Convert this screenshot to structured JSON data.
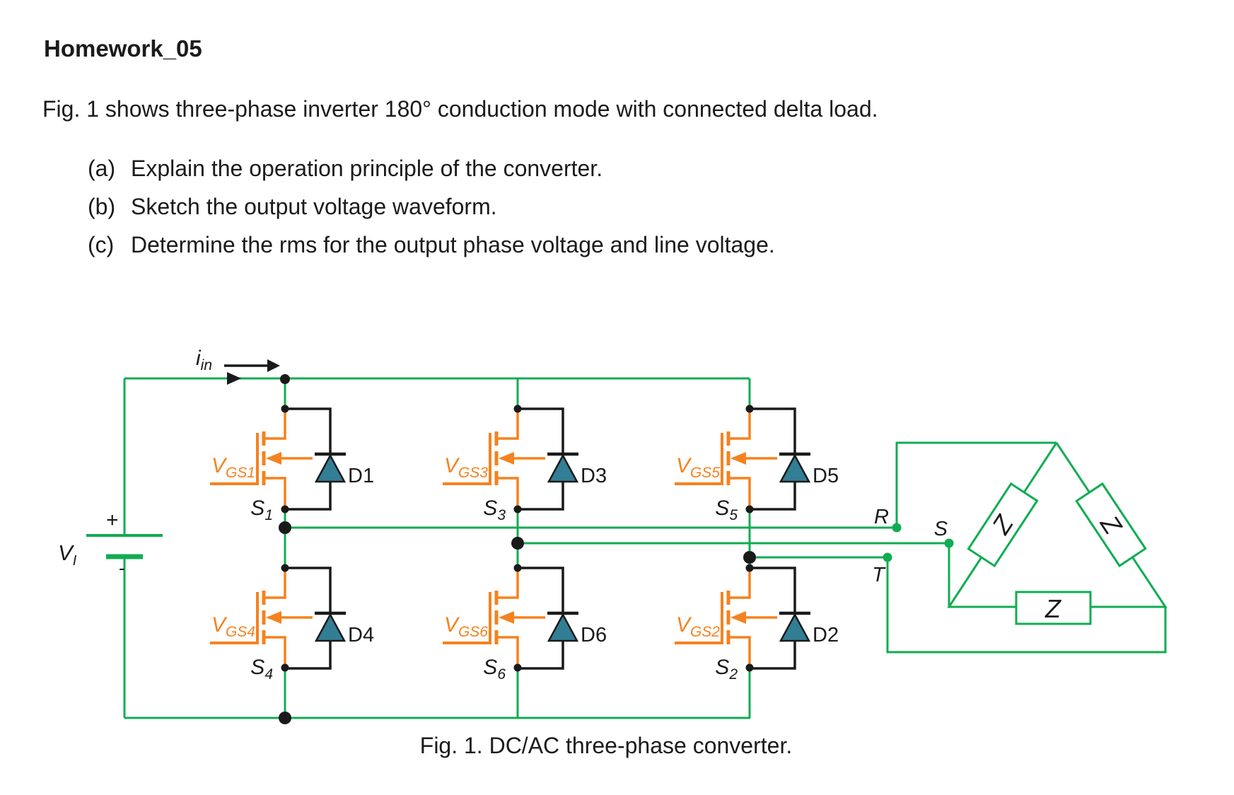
{
  "document": {
    "title": "Homework_05",
    "intro": "Fig. 1 shows three-phase inverter 180° conduction mode with connected delta load.",
    "items": [
      {
        "label": "(a)",
        "text": "Explain the operation principle of the converter."
      },
      {
        "label": "(b)",
        "text": "Sketch the output voltage waveform."
      },
      {
        "label": "(c)",
        "text": "Determine the rms for the output phase voltage and line voltage."
      }
    ],
    "figure_caption": "Fig. 1. DC/AC three-phase converter."
  },
  "circuit": {
    "dc_source": {
      "label": "V",
      "label_sub": "I",
      "plus": "+",
      "minus": "-"
    },
    "input_current": {
      "label": "i",
      "label_sub": "in"
    },
    "gate_labels": [
      {
        "main": "V",
        "sub": "GS1"
      },
      {
        "main": "V",
        "sub": "GS3"
      },
      {
        "main": "V",
        "sub": "GS5"
      },
      {
        "main": "V",
        "sub": "GS4"
      },
      {
        "main": "V",
        "sub": "GS6"
      },
      {
        "main": "V",
        "sub": "GS2"
      }
    ],
    "switch_labels": [
      {
        "main": "S",
        "sub": "1"
      },
      {
        "main": "S",
        "sub": "3"
      },
      {
        "main": "S",
        "sub": "5"
      },
      {
        "main": "S",
        "sub": "4"
      },
      {
        "main": "S",
        "sub": "6"
      },
      {
        "main": "S",
        "sub": "2"
      }
    ],
    "diode_labels": [
      "D1",
      "D3",
      "D5",
      "D4",
      "D6",
      "D2"
    ],
    "phase_labels": [
      "R",
      "S",
      "T"
    ],
    "impedance_labels": [
      "Z",
      "Z",
      "Z"
    ],
    "colors": {
      "wire_green": "#10AC52",
      "device_orange": "#F5821F",
      "diode_teal": "#327E95",
      "wire_black": "#1A1A1A"
    }
  }
}
